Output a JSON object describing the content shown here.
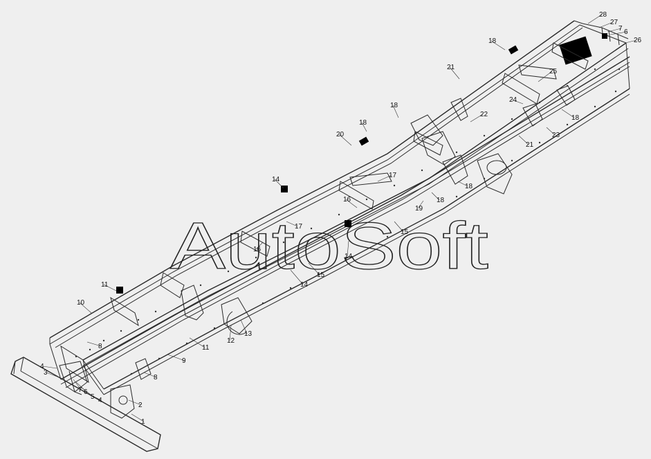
{
  "watermark": "AutoSoft",
  "callouts": [
    {
      "label": "1"
    },
    {
      "label": "2"
    },
    {
      "label": "3"
    },
    {
      "label": "4"
    },
    {
      "label": "4"
    },
    {
      "label": "5"
    },
    {
      "label": "6"
    },
    {
      "label": "6"
    },
    {
      "label": "7"
    },
    {
      "label": "7"
    },
    {
      "label": "8"
    },
    {
      "label": "8"
    },
    {
      "label": "9"
    },
    {
      "label": "10"
    },
    {
      "label": "11"
    },
    {
      "label": "11"
    },
    {
      "label": "12"
    },
    {
      "label": "13"
    },
    {
      "label": "14"
    },
    {
      "label": "14"
    },
    {
      "label": "14"
    },
    {
      "label": "15"
    },
    {
      "label": "15"
    },
    {
      "label": "16"
    },
    {
      "label": "16"
    },
    {
      "label": "17"
    },
    {
      "label": "17"
    },
    {
      "label": "18"
    },
    {
      "label": "18"
    },
    {
      "label": "18"
    },
    {
      "label": "18"
    },
    {
      "label": "18"
    },
    {
      "label": "18"
    },
    {
      "label": "19"
    },
    {
      "label": "20"
    },
    {
      "label": "21"
    },
    {
      "label": "21"
    },
    {
      "label": "22"
    },
    {
      "label": "23"
    },
    {
      "label": "24"
    },
    {
      "label": "25"
    },
    {
      "label": "26"
    },
    {
      "label": "27"
    },
    {
      "label": "28"
    }
  ]
}
